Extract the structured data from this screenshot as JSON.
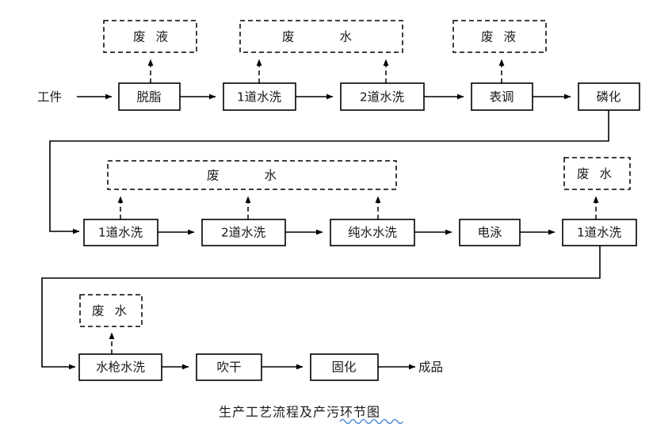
{
  "document": {
    "caption": "生产工艺流程及产污环节图",
    "background_color": "#ffffff",
    "line_color": "#000000",
    "spellcheck_underline_color": "#3b7fd4"
  },
  "flow": {
    "input_label": "工件",
    "output_label": "成品",
    "rows": [
      {
        "row_id": "row-1",
        "process_nodes": [
          {
            "id": "degrease",
            "label": "脱脂"
          },
          {
            "id": "rinse-1-a",
            "label": "1道水洗"
          },
          {
            "id": "rinse-2-a",
            "label": "2道水洗"
          },
          {
            "id": "surface-conditioning",
            "label": "表调"
          },
          {
            "id": "phosphating",
            "label": "磷化"
          }
        ],
        "waste_nodes": [
          {
            "id": "waste-liquid-1",
            "label": "废 液",
            "type": "waste-liquid"
          },
          {
            "id": "waste-water-1",
            "label": "废 水",
            "type": "waste-water"
          },
          {
            "id": "waste-liquid-2",
            "label": "废 液",
            "type": "waste-liquid"
          }
        ]
      },
      {
        "row_id": "row-2",
        "process_nodes": [
          {
            "id": "rinse-1-b",
            "label": "1道水洗"
          },
          {
            "id": "rinse-2-b",
            "label": "2道水洗"
          },
          {
            "id": "pure-water-rinse",
            "label": "纯水水洗"
          },
          {
            "id": "electrophoresis",
            "label": "电泳"
          },
          {
            "id": "rinse-1-c",
            "label": "1道水洗"
          }
        ],
        "waste_nodes": [
          {
            "id": "waste-water-2",
            "label": "废 水",
            "type": "waste-water"
          },
          {
            "id": "waste-water-3",
            "label": "废 水",
            "type": "waste-water"
          }
        ]
      },
      {
        "row_id": "row-3",
        "process_nodes": [
          {
            "id": "water-gun-rinse",
            "label": "水枪水洗"
          },
          {
            "id": "blow-dry",
            "label": "吹干"
          },
          {
            "id": "curing",
            "label": "固化"
          }
        ],
        "waste_nodes": [
          {
            "id": "waste-water-4",
            "label": "废 水",
            "type": "waste-water"
          }
        ]
      }
    ]
  }
}
